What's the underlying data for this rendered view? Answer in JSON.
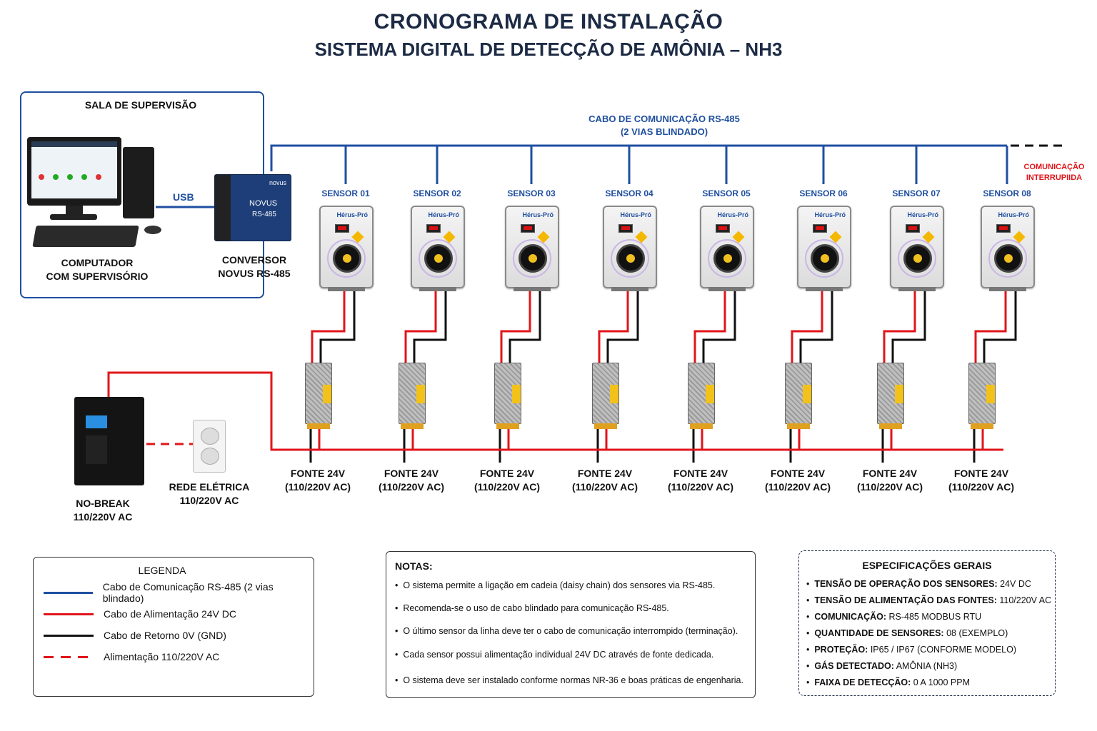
{
  "title_line1": "CRONOGRAMA DE INSTALAÇÃO",
  "title_line2": "SISTEMA DIGITAL DE DETECÇÃO DE AMÔNIA – NH3",
  "supervision": {
    "room_title": "SALA DE SUPERVISÃO",
    "computer_label_1": "COMPUTADOR",
    "computer_label_2": "COM SUPERVISÓRIO",
    "usb_label": "USB",
    "converter_label_1": "CONVERSOR",
    "converter_label_2": "NOVUS RS-485",
    "converter_brand": "NOVUS",
    "converter_model": "RS-485",
    "converter_logo": "novus"
  },
  "bus": {
    "label_1": "CABO DE COMUNICAÇÃO RS-485",
    "label_2": "(2 VIAS BLINDADO)",
    "interrupted_1": "COMUNICAÇÃO",
    "interrupted_2": "INTERRUPIIDA"
  },
  "sensors": [
    "SENSOR 01",
    "SENSOR 02",
    "SENSOR 03",
    "SENSOR 04",
    "SENSOR 05",
    "SENSOR 06",
    "SENSOR 07",
    "SENSOR 08"
  ],
  "sensor_brand": "Hérus-Pró",
  "psu_label_1": "FONTE 24V",
  "psu_label_2": "(110/220V AC)",
  "nobreak": {
    "label_1": "NO-BREAK",
    "label_2": "110/220V AC"
  },
  "outlet": {
    "label_1": "REDE ELÉTRICA",
    "label_2": "110/220V AC"
  },
  "legend": {
    "title": "LEGENDA",
    "items": [
      {
        "text": "Cabo de Comunicação RS-485 (2 vias blindado)",
        "color": "#1f4fa0",
        "style": "solid"
      },
      {
        "text": "Cabo de Alimentação 24V DC",
        "color": "#e0151b",
        "style": "solid"
      },
      {
        "text": "Cabo de Retorno 0V (GND)",
        "color": "#111111",
        "style": "solid"
      },
      {
        "text": "Alimentação 110/220V AC",
        "color": "#e0151b",
        "style": "dashed"
      }
    ]
  },
  "notes": {
    "title": "NOTAS:",
    "items": [
      "O sistema permite a ligação em cadeia (daisy chain) dos sensores via RS-485.",
      "Recomenda-se o uso de cabo blindado para comunicação RS-485.",
      "O último sensor da linha deve ter o cabo de comunicação interrompido (terminação).",
      "Cada sensor possui alimentação individual 24V DC através de fonte dedicada.",
      "O sistema deve ser instalado conforme normas NR-36 e boas práticas de engenharia."
    ]
  },
  "specs": {
    "title": "ESPECIFICAÇÕES GERAIS",
    "items": [
      {
        "key": "TENSÃO DE OPERAÇÃO DOS SENSORES:",
        "value": "24V DC"
      },
      {
        "key": "TENSÃO DE ALIMENTAÇÃO DAS FONTES:",
        "value": "110/220V AC"
      },
      {
        "key": "COMUNICAÇÃO:",
        "value": "RS-485 MODBUS RTU"
      },
      {
        "key": "QUANTIDADE DE SENSORES:",
        "value": "08 (EXEMPLO)"
      },
      {
        "key": "PROTEÇÃO:",
        "value": "IP65 / IP67 (CONFORME MODELO)"
      },
      {
        "key": "GÁS DETECTADO:",
        "value": "AMÔNIA (NH3)"
      },
      {
        "key": "FAIXA DE DETECÇÃO:",
        "value": "0 A 1000 PPM"
      }
    ]
  },
  "colors": {
    "bus": "#1f4fa0",
    "power": "#e0151b",
    "gnd": "#111111",
    "title": "#1c2a44"
  }
}
